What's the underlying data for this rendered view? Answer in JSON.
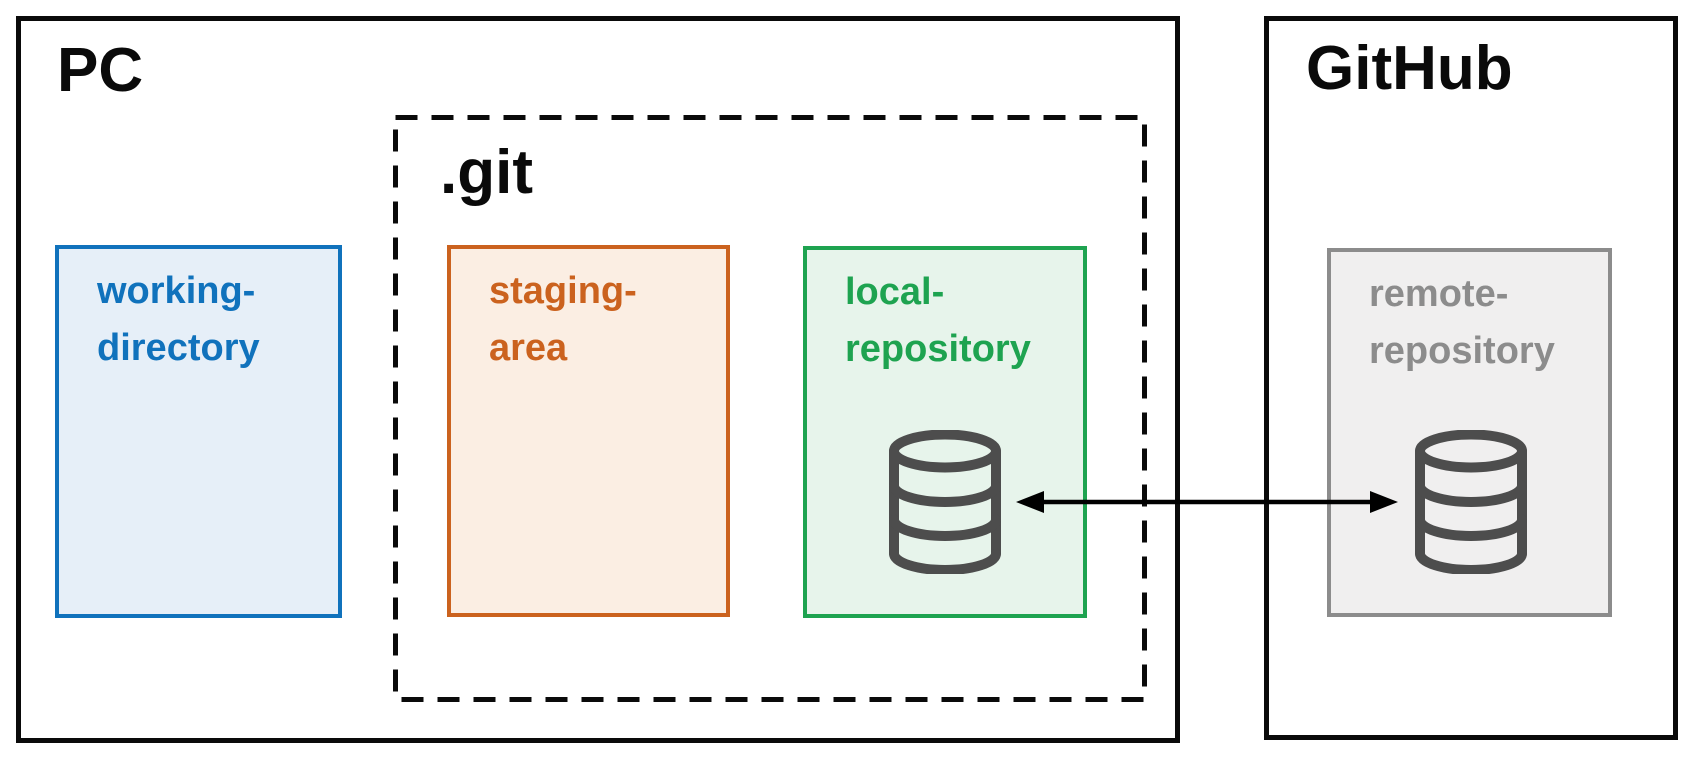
{
  "canvas": {
    "background": "#FFFFFF",
    "outline_color": "#0A0A0A"
  },
  "containers": {
    "pc": {
      "title": "PC"
    },
    "git_folder": {
      "title": ".git"
    },
    "github": {
      "title": "GitHub"
    }
  },
  "nodes": [
    {
      "id": "working-directory",
      "parent": "pc",
      "label_lines": [
        "working-",
        "directory"
      ],
      "border_color": "#1072BC",
      "fill_color": "#E6EFF8",
      "text_color": "#1072BC",
      "icon": ""
    },
    {
      "id": "staging-area",
      "parent": "git_folder",
      "label_lines": [
        "staging-",
        "area"
      ],
      "border_color": "#CB621E",
      "fill_color": "#FBEEE3",
      "text_color": "#CB621E",
      "icon": ""
    },
    {
      "id": "local-repository",
      "parent": "git_folder",
      "label_lines": [
        "local-",
        "repository"
      ],
      "border_color": "#1EA350",
      "fill_color": "#E7F4EB",
      "text_color": "#1EA350",
      "icon": "database-icon"
    },
    {
      "id": "remote-repository",
      "parent": "github",
      "label_lines": [
        "remote-",
        "repository"
      ],
      "border_color": "#8C8C8C",
      "fill_color": "#F0EFEF",
      "text_color": "#8C8C8C",
      "icon": "database-icon"
    }
  ],
  "icons": {
    "database_color": "#4D4D4D"
  },
  "arrow": {
    "type": "double-headed",
    "color": "#000000",
    "from": "local-repository",
    "to": "remote-repository"
  }
}
